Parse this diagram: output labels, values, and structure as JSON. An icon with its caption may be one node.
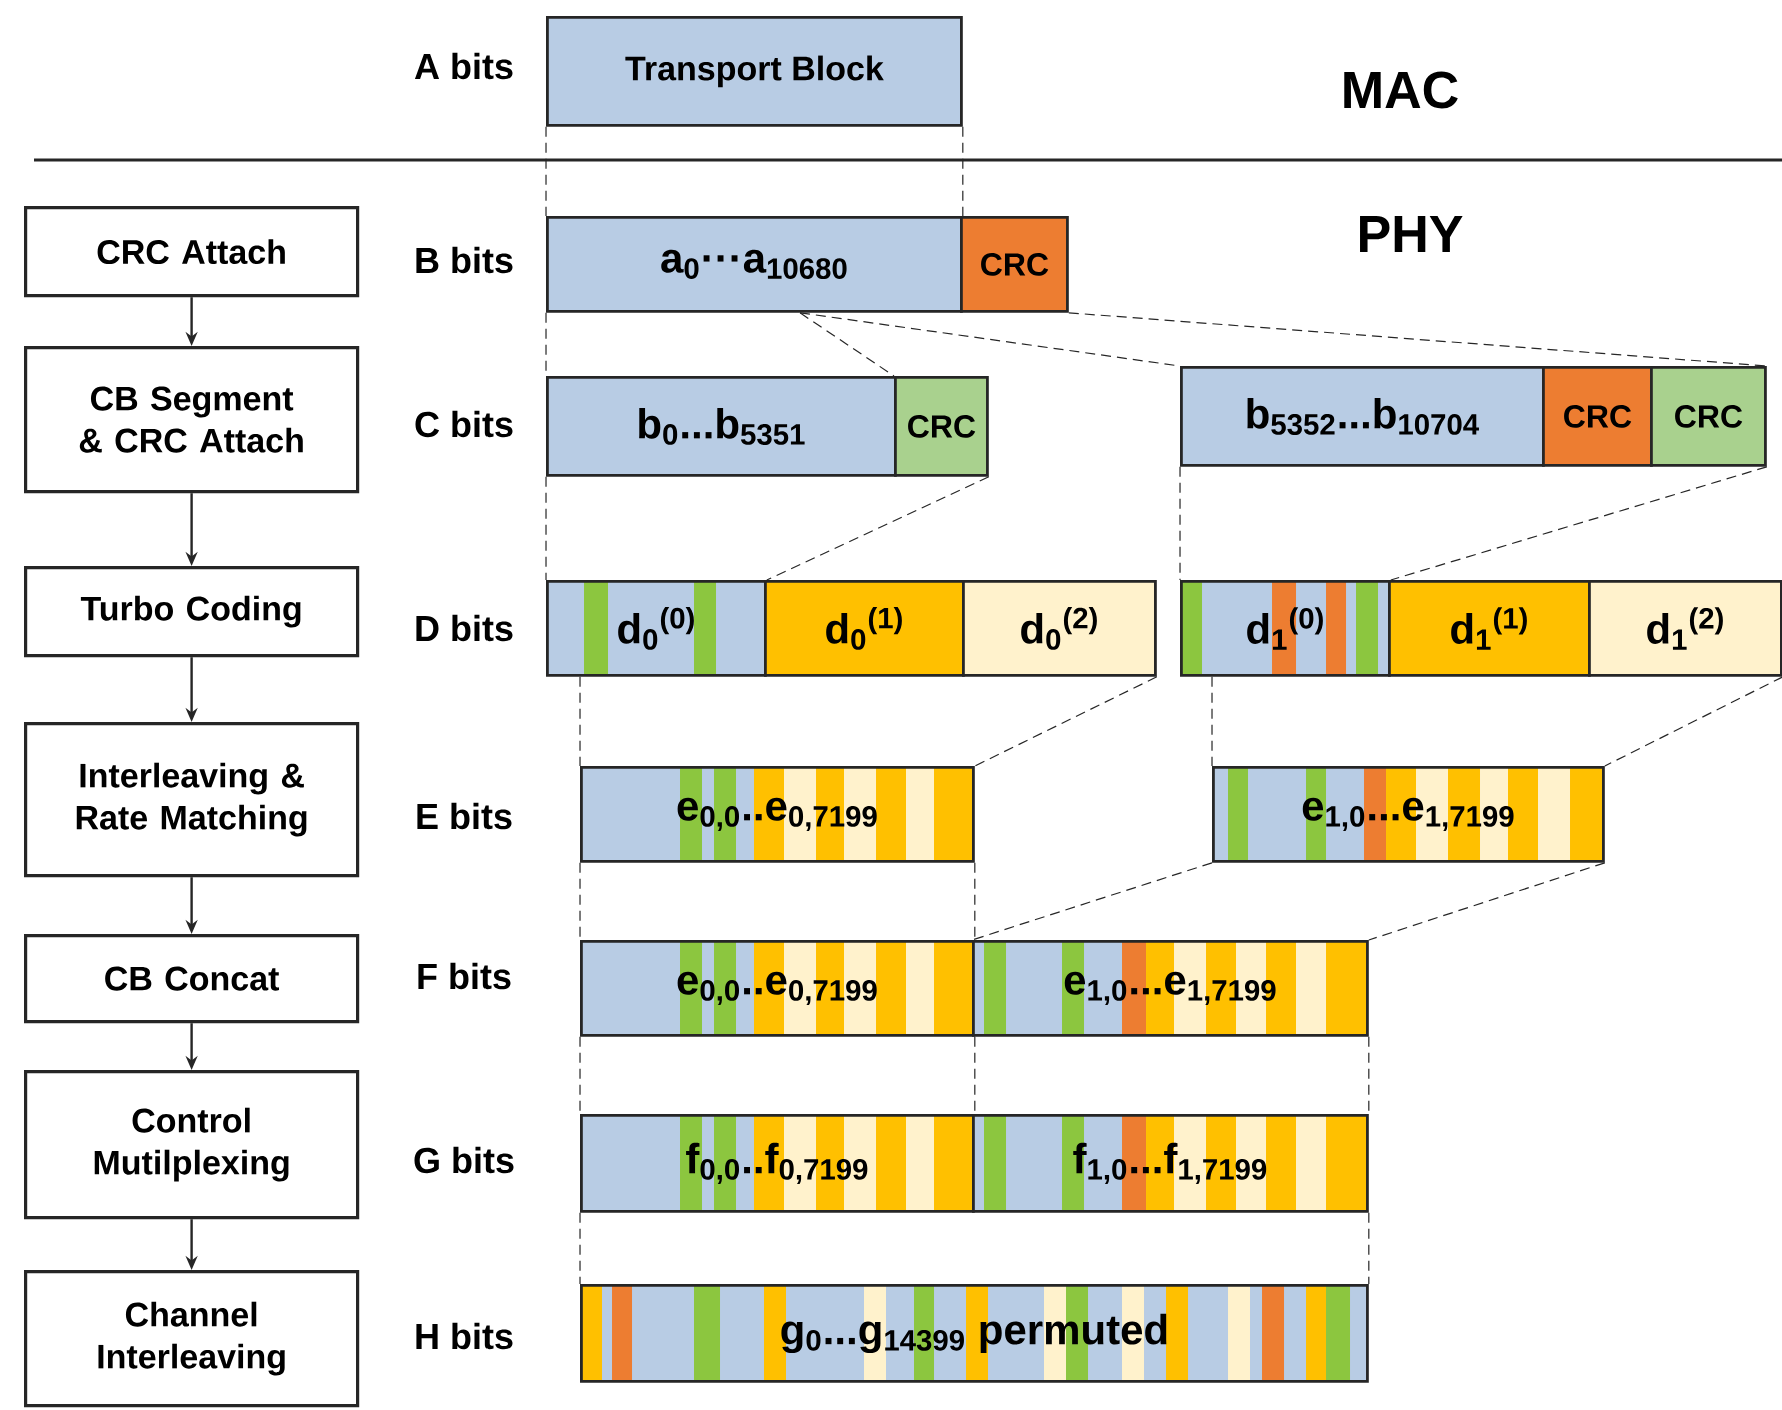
{
  "diagram": {
    "nodes": [
      {
        "text": [
          "CRC Attach"
        ]
      },
      {
        "text": [
          "CB Segment & CRC Attach"
        ]
      },
      {
        "text": [
          "Turbo Coding"
        ]
      },
      {
        "text": [
          "Interleaving & Rate Matching"
        ]
      },
      {
        "text": [
          "CB Concat"
        ]
      },
      {
        "text": [
          "Control Mutilplexing"
        ]
      },
      {
        "text": [
          "Channel Interleaving"
        ]
      },
      {
        "text": [
          "Transport Block"
        ]
      },
      {
        "text": [
          "a$_{0}$···a$_{10680}$"
        ]
      },
      {
        "text": [
          "CRC"
        ]
      },
      {
        "text": [
          "b$_{0}$...b$_{5351}$"
        ]
      },
      {
        "text": [
          "CRC"
        ]
      },
      {
        "text": [
          "b$_{5352}$...b$_{10704}$"
        ]
      },
      {
        "text": [
          "CRC"
        ]
      },
      {
        "text": [
          "CRC"
        ]
      },
      {
        "text": [
          "d$_{0}$$^{(0)}$"
        ]
      },
      {
        "text": [
          "d$_{0}$$^{(1)}$"
        ]
      },
      {
        "text": [
          "d$_{0}$$^{(2)}$"
        ]
      },
      {
        "text": [
          "d$_{1}$$^{(0)}$"
        ]
      },
      {
        "text": [
          "d$_{1}$$^{(1)}$"
        ]
      },
      {
        "text": [
          "d$_{1}$$^{(2)}$"
        ]
      },
      {
        "text": [
          "e$_{0,0}$..e$_{0,7199}$"
        ]
      },
      {
        "text": [
          "e$_{1,0}$...e$_{1,7199}$"
        ]
      },
      {
        "text": [
          "e$_{0,0}$..e$_{0,7199}$"
        ]
      },
      {
        "text": [
          "e$_{1,0}$...e$_{1,7199}$"
        ]
      },
      {
        "text": [
          "f$_{0,0}$..f$_{0,7199}$"
        ]
      },
      {
        "text": [
          "f$_{1,0}$...f$_{1,7199}$"
        ]
      },
      {
        "text": [
          "g$_{0}$...g$_{14399}$ permuted"
        ]
      }
    ],
    "edges": [
      {
        "from": 0,
        "to": 1,
        "arrow": "to"
      },
      {
        "from": 1,
        "to": 2,
        "arrow": "to"
      },
      {
        "from": 2,
        "to": 3,
        "arrow": "to"
      },
      {
        "from": 3,
        "to": 4,
        "arrow": "to"
      },
      {
        "from": 4,
        "to": 5,
        "arrow": "to"
      },
      {
        "from": 5,
        "to": 6,
        "arrow": "to"
      },
      {
        "from": 7,
        "to": 8,
        "arrow": "none",
        "style": "dashed"
      },
      {
        "from": 7,
        "to": 8,
        "arrow": "none",
        "style": "dashed"
      },
      {
        "from": 8,
        "to": 10,
        "arrow": "none",
        "style": "dashed"
      },
      {
        "from": 8,
        "to": 11,
        "arrow": "none",
        "style": "dashed"
      },
      {
        "from": 8,
        "to": 12,
        "arrow": "none",
        "style": "dashed"
      },
      {
        "from": 9,
        "to": 14,
        "arrow": "none",
        "style": "dashed"
      },
      {
        "from": 10,
        "to": 15,
        "arrow": "none",
        "style": "dashed"
      },
      {
        "from": 11,
        "to": 15,
        "arrow": "none",
        "style": "dashed"
      },
      {
        "from": 12,
        "to": 18,
        "arrow": "none",
        "style": "dashed"
      },
      {
        "from": 14,
        "to": 18,
        "arrow": "none",
        "style": "dashed"
      },
      {
        "from": 15,
        "to": 21,
        "arrow": "none",
        "style": "dashed"
      },
      {
        "from": 17,
        "to": 21,
        "arrow": "none",
        "style": "dashed"
      },
      {
        "from": 18,
        "to": 22,
        "arrow": "none",
        "style": "dashed"
      },
      {
        "from": 20,
        "to": 22,
        "arrow": "none",
        "style": "dashed"
      },
      {
        "from": 21,
        "to": 23,
        "arrow": "none",
        "style": "dashed"
      },
      {
        "from": 21,
        "to": 23,
        "arrow": "none",
        "style": "dashed"
      },
      {
        "from": 22,
        "to": 24,
        "arrow": "none",
        "style": "dashed"
      },
      {
        "from": 22,
        "to": 24,
        "arrow": "none",
        "style": "dashed"
      },
      {
        "from": 23,
        "to": 25,
        "arrow": "none",
        "style": "dashed"
      },
      {
        "from": 23,
        "to": 25,
        "arrow": "none",
        "style": "dashed"
      },
      {
        "from": 24,
        "to": 26,
        "arrow": "none",
        "style": "dashed"
      },
      {
        "from": 25,
        "to": 27,
        "arrow": "none",
        "style": "dashed"
      },
      {
        "from": 26,
        "to": 27,
        "arrow": "none",
        "style": "dashed"
      }
    ],
    "labels": [
      "A bits",
      "MAC",
      "PHY",
      "B bits",
      "C bits",
      "D bits",
      "E bits",
      "F bits",
      "G bits",
      "H bits"
    ]
  }
}
